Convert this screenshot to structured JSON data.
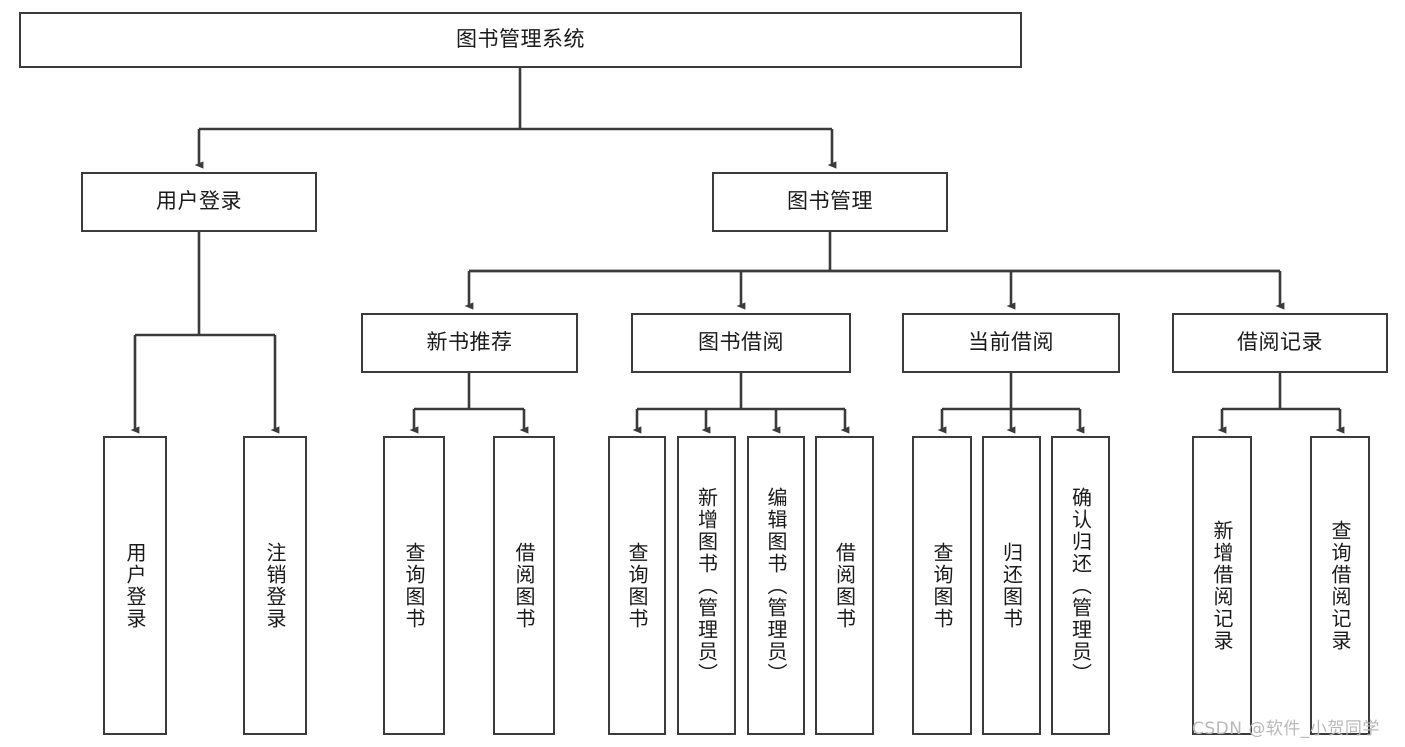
{
  "diagram": {
    "type": "tree-hierarchy",
    "title_text": "图书管理系统",
    "orientation": "top-down",
    "colors": {
      "box_border": "#3b3b3b",
      "box_fill": "#ffffff",
      "connector": "#3b3b3b",
      "text": "#1a1a1a",
      "watermark": "#b9b9b9"
    },
    "nodes": {
      "root": {
        "label": "图书管理系统"
      },
      "level2": [
        {
          "id": "user-login",
          "label": "用户登录"
        },
        {
          "id": "book-management",
          "label": "图书管理"
        }
      ],
      "level3": [
        {
          "id": "new-book-recommend",
          "label": "新书推荐"
        },
        {
          "id": "book-borrow",
          "label": "图书借阅"
        },
        {
          "id": "current-borrow",
          "label": "当前借阅"
        },
        {
          "id": "borrow-record",
          "label": "借阅记录"
        }
      ],
      "leaves": {
        "user-login": [
          {
            "id": "leaf-user-login",
            "label": "用户登录"
          },
          {
            "id": "leaf-logout-login",
            "label": "注销登录"
          }
        ],
        "new-book-recommend": [
          {
            "id": "leaf-query-book-1",
            "label": "查询图书"
          },
          {
            "id": "leaf-borrow-book-1",
            "label": "借阅图书"
          }
        ],
        "book-borrow": [
          {
            "id": "leaf-query-book-2",
            "label": "查询图书"
          },
          {
            "id": "leaf-add-book",
            "label": "新增图书（管理员）"
          },
          {
            "id": "leaf-edit-book",
            "label": "编辑图书（管理员）"
          },
          {
            "id": "leaf-borrow-book-2",
            "label": "借阅图书"
          }
        ],
        "current-borrow": [
          {
            "id": "leaf-query-book-3",
            "label": "查询图书"
          },
          {
            "id": "leaf-return-book",
            "label": "归还图书"
          },
          {
            "id": "leaf-confirm-return",
            "label": "确认归还（管理员）"
          }
        ],
        "borrow-record": [
          {
            "id": "leaf-add-record",
            "label": "新增借阅记录"
          },
          {
            "id": "leaf-query-record",
            "label": "查询借阅记录"
          }
        ]
      }
    },
    "watermark": "CSDN @软件_小贺同学"
  }
}
